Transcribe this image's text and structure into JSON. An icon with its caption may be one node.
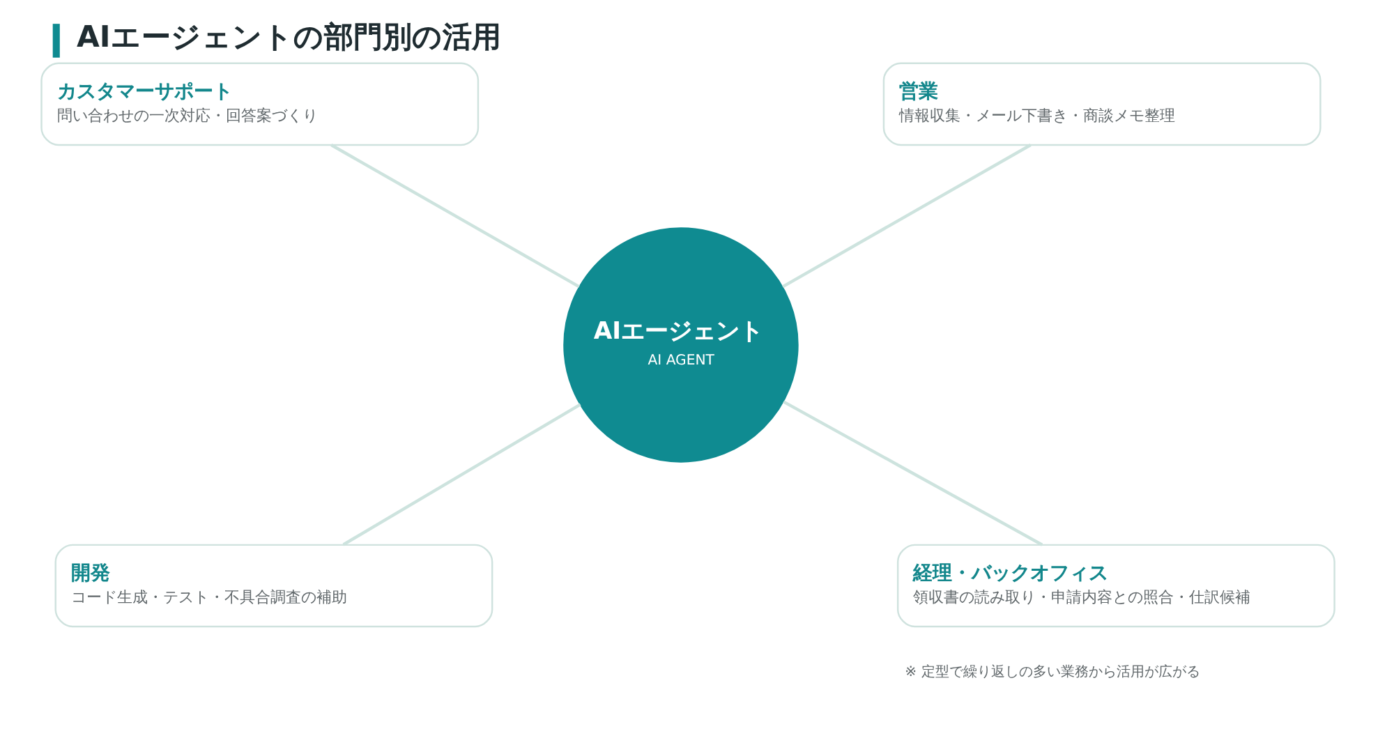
{
  "diagram": {
    "title": "AIエージェントの部門別の活用",
    "nodes": [
      {
        "text": [
          "カスタマーサポート",
          "問い合わせの一次対応・回答案づくり"
        ]
      },
      {
        "text": [
          "営業",
          "情報収集・メール下書き・商談メモ整理"
        ]
      },
      {
        "text": [
          "AIエージェント",
          "AI AGENT"
        ]
      },
      {
        "text": [
          "開発",
          "コード生成・テスト・不具合調査の補助"
        ]
      },
      {
        "text": [
          "経理・バックオフィス",
          "領収書の読み取り・申請内容との照合・仕訳候補"
        ]
      }
    ],
    "edges": [
      {
        "from": 0,
        "to": 2,
        "arrow": "none"
      },
      {
        "from": 1,
        "to": 2,
        "arrow": "none"
      },
      {
        "from": 2,
        "to": 3,
        "arrow": "none"
      },
      {
        "from": 2,
        "to": 4,
        "arrow": "none"
      }
    ],
    "labels": [
      "※ 定型で繰り返しの多い業務から活用が広がる"
    ]
  }
}
